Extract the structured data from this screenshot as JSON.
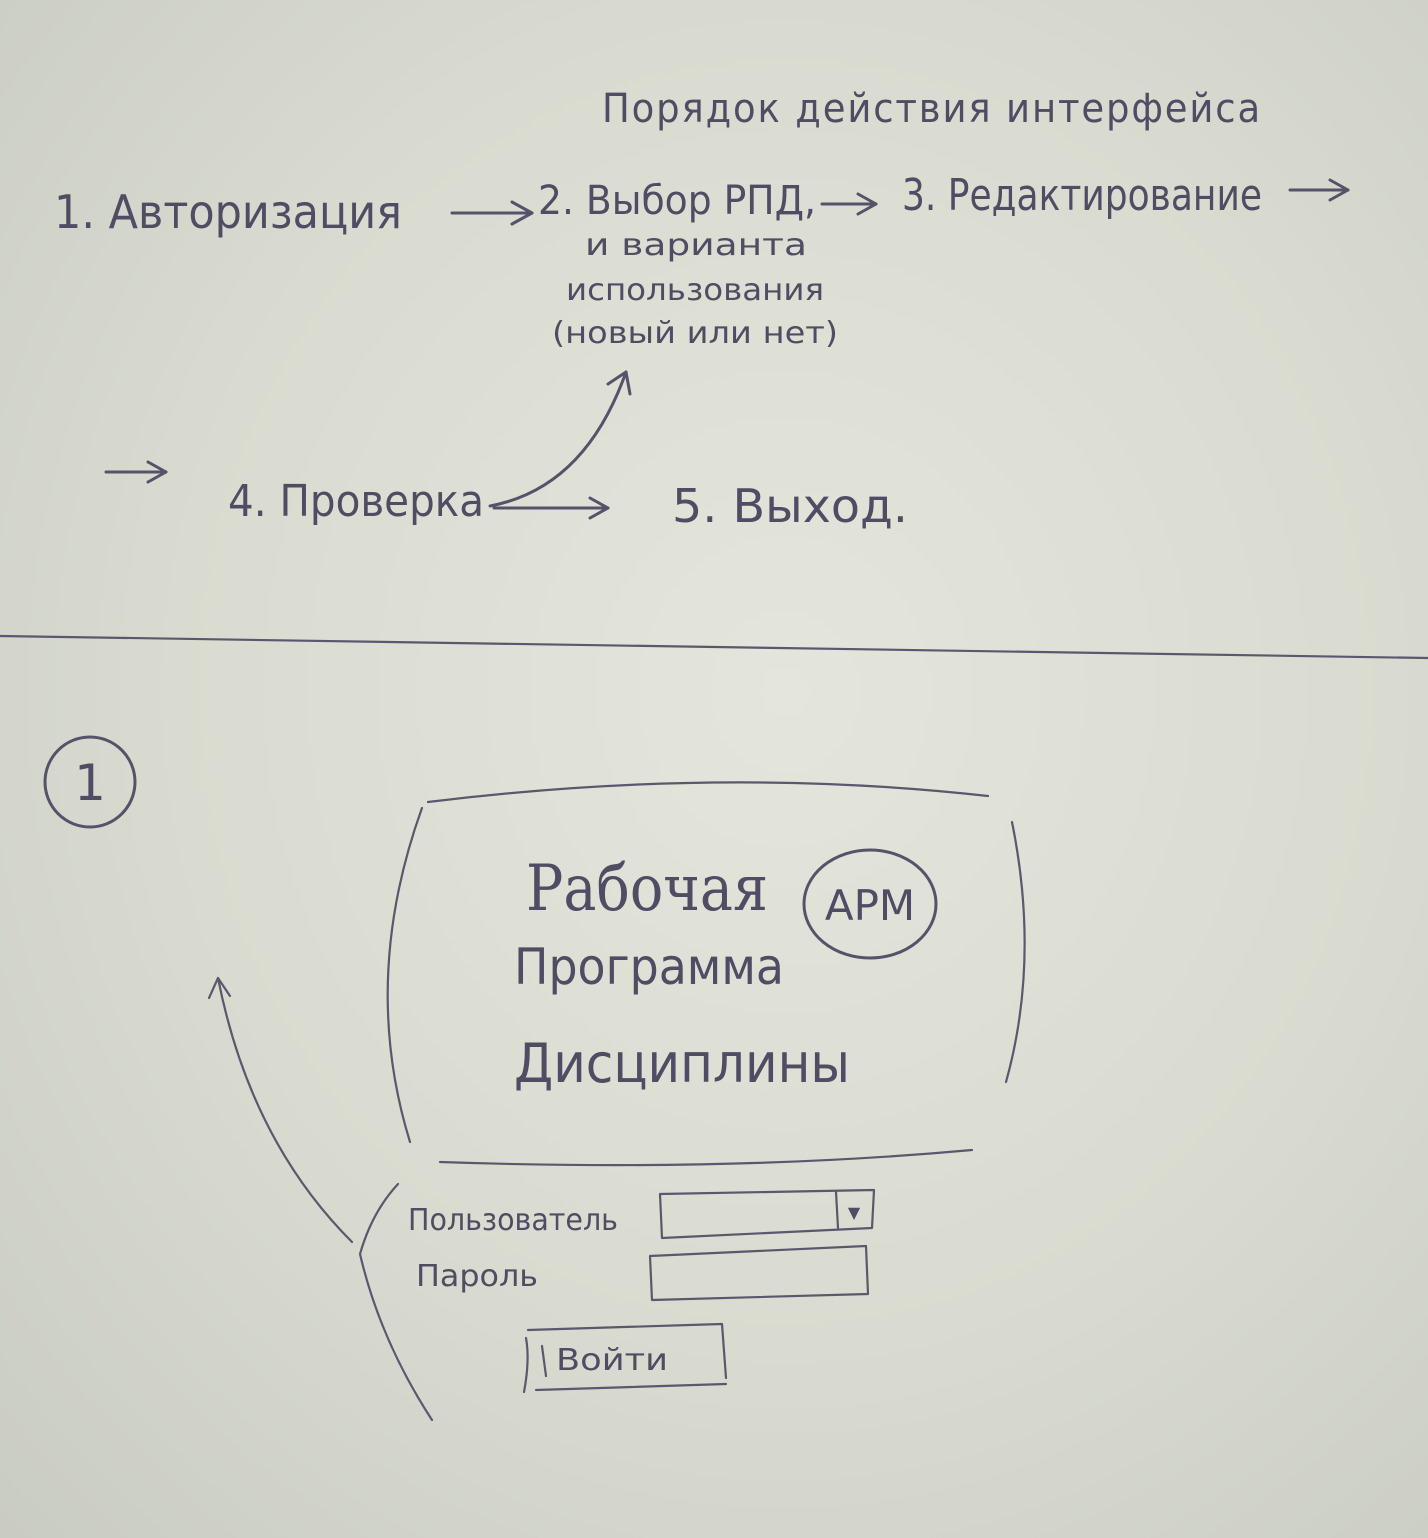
{
  "flow": {
    "title": "Порядок действия интерфейса",
    "steps": [
      {
        "label": "1. Авторизация"
      },
      {
        "label": "2. Выбор РПД,",
        "note": [
          "и варианта",
          "использования",
          "(новый или нет)"
        ]
      },
      {
        "label": "3. Редактирование"
      },
      {
        "label": "4. Проверка"
      },
      {
        "label": "5. Выход."
      }
    ]
  },
  "screen1": {
    "number": "1",
    "splash": {
      "lines": [
        "Рабочая",
        "Программа",
        "Дисциплины"
      ],
      "badge": "АРМ"
    },
    "login": {
      "user_label": "Пользователь",
      "user_value": "",
      "dropdown_glyph": "▼",
      "password_label": "Пароль",
      "password_value": "",
      "submit_label": "Войти"
    }
  }
}
